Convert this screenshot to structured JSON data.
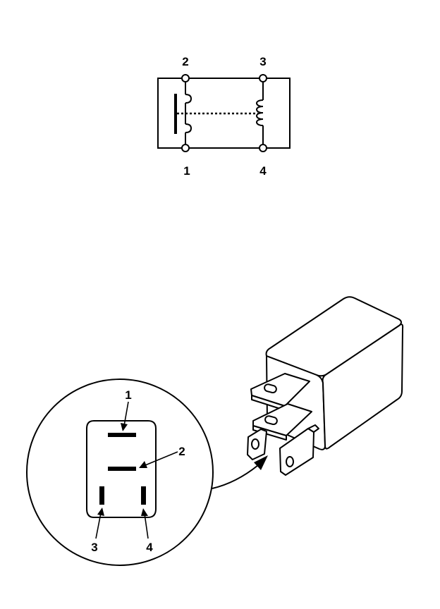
{
  "schematic": {
    "terminals": [
      {
        "id": "t2",
        "label": "2"
      },
      {
        "id": "t3",
        "label": "3"
      },
      {
        "id": "t1",
        "label": "1"
      },
      {
        "id": "t4",
        "label": "4"
      }
    ],
    "elements": [
      "switch-contacts",
      "coil",
      "mechanical-linkage"
    ]
  },
  "connector_view": {
    "pin_labels": {
      "pin1": "1",
      "pin2": "2",
      "pin3": "3",
      "pin4": "4"
    }
  },
  "colors": {
    "ink": "#000000",
    "background": "#ffffff"
  }
}
